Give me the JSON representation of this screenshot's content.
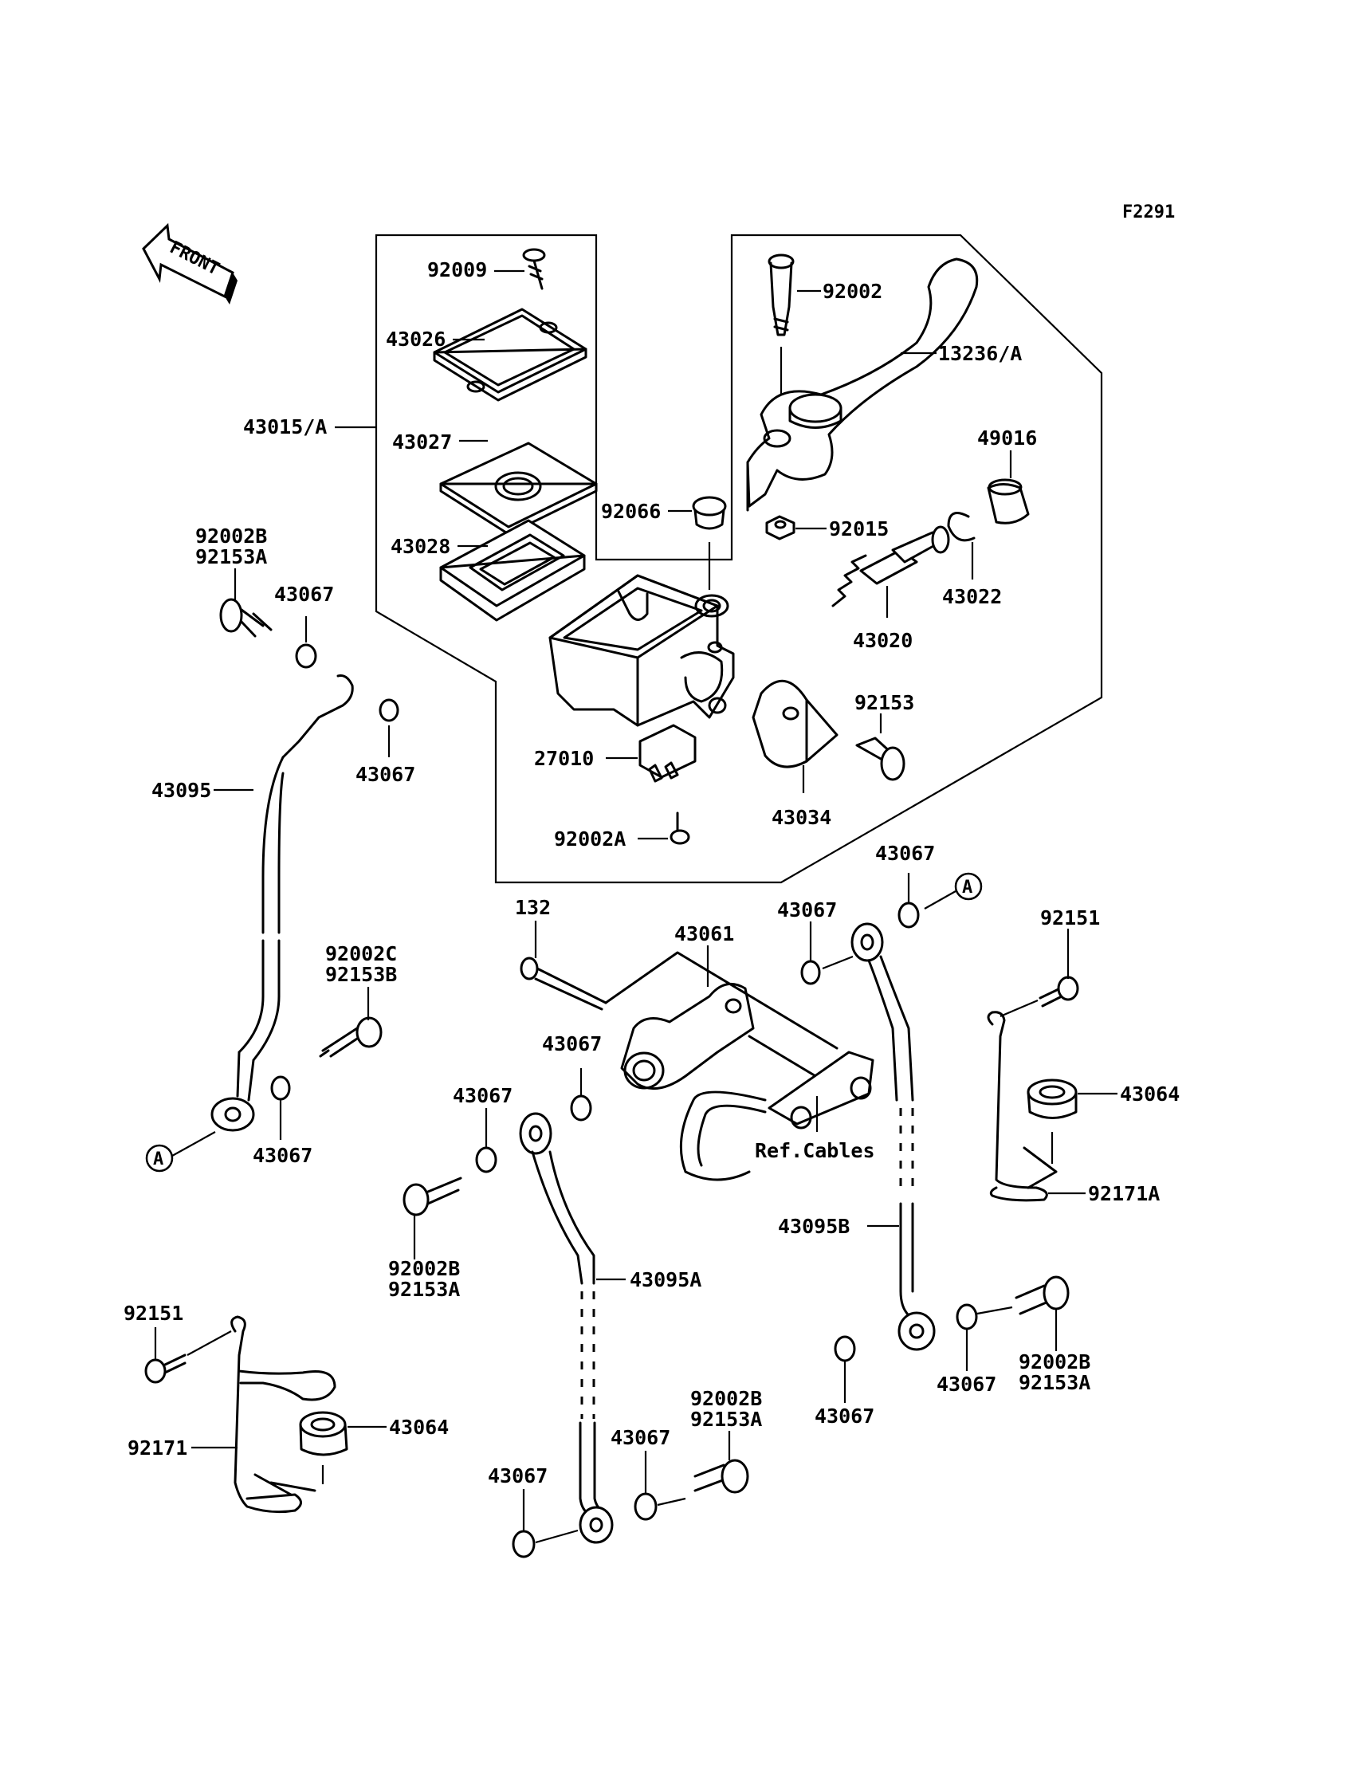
{
  "figure_code": "F2291",
  "front_label": "FRONT",
  "ref_marker": "A",
  "labels": [
    {
      "id": "92009",
      "text": "92009"
    },
    {
      "id": "43026",
      "text": "43026"
    },
    {
      "id": "43015A",
      "text": "43015/A"
    },
    {
      "id": "43027",
      "text": "43027"
    },
    {
      "id": "43028",
      "text": "43028"
    },
    {
      "id": "92066",
      "text": "92066"
    },
    {
      "id": "92002-top",
      "text": "92002"
    },
    {
      "id": "13236A",
      "text": "13236/A"
    },
    {
      "id": "49016",
      "text": "49016"
    },
    {
      "id": "92015",
      "text": "92015"
    },
    {
      "id": "43022",
      "text": "43022"
    },
    {
      "id": "43020",
      "text": "43020"
    },
    {
      "id": "92153",
      "text": "92153"
    },
    {
      "id": "27010",
      "text": "27010"
    },
    {
      "id": "43034",
      "text": "43034"
    },
    {
      "id": "92002A",
      "text": "92002A"
    },
    {
      "id": "92002B-1",
      "text": "92002B"
    },
    {
      "id": "92153A-1",
      "text": "92153A"
    },
    {
      "id": "43067-1",
      "text": "43067"
    },
    {
      "id": "43067-2",
      "text": "43067"
    },
    {
      "id": "43095",
      "text": "43095"
    },
    {
      "id": "92002C",
      "text": "92002C"
    },
    {
      "id": "92153B",
      "text": "92153B"
    },
    {
      "id": "43067-3",
      "text": "43067"
    },
    {
      "id": "132",
      "text": "132"
    },
    {
      "id": "43061",
      "text": "43061"
    },
    {
      "id": "43067-4",
      "text": "43067"
    },
    {
      "id": "43067-5",
      "text": "43067"
    },
    {
      "id": "43067-6",
      "text": "43067"
    },
    {
      "id": "43067-7",
      "text": "43067"
    },
    {
      "id": "ref-cables",
      "text": "Ref.Cables"
    },
    {
      "id": "92002B-2",
      "text": "92002B"
    },
    {
      "id": "92153A-2",
      "text": "92153A"
    },
    {
      "id": "43095A",
      "text": "43095A"
    },
    {
      "id": "92151-1",
      "text": "92151"
    },
    {
      "id": "43064-1",
      "text": "43064"
    },
    {
      "id": "92171A",
      "text": "92171A"
    },
    {
      "id": "43095B",
      "text": "43095B"
    },
    {
      "id": "92002B-3",
      "text": "92002B"
    },
    {
      "id": "92153A-3",
      "text": "92153A"
    },
    {
      "id": "43067-8",
      "text": "43067"
    },
    {
      "id": "43067-9",
      "text": "43067"
    },
    {
      "id": "92151-2",
      "text": "92151"
    },
    {
      "id": "92171",
      "text": "92171"
    },
    {
      "id": "43064-2",
      "text": "43064"
    },
    {
      "id": "92002B-4",
      "text": "92002B"
    },
    {
      "id": "92153A-4",
      "text": "92153A"
    },
    {
      "id": "43067-10",
      "text": "43067"
    },
    {
      "id": "43067-11",
      "text": "43067"
    }
  ]
}
